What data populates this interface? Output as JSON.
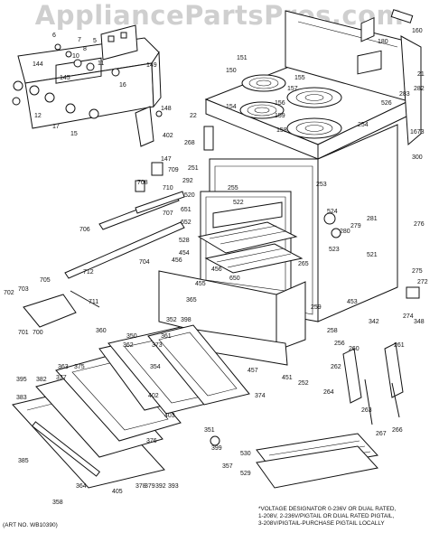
{
  "watermark": "AppliancePartsPros.com",
  "art_number": "(ART NO. WB10390)",
  "footnote": [
    "*VOLTAGE DESIGNATOR 0-236V OR DUAL RATED,",
    "1-208V, 2-236V/PIGTAIL OR DUAL RATED PIGTAIL,",
    "3-208V/PIGTAIL-PURCHASE PIGTAIL LOCALLY"
  ],
  "part_labels": [
    {
      "id": "p5",
      "text": "5"
    },
    {
      "id": "p6",
      "text": "6"
    },
    {
      "id": "p7",
      "text": "7"
    },
    {
      "id": "p8",
      "text": "8"
    },
    {
      "id": "p10",
      "text": "10"
    },
    {
      "id": "p11",
      "text": "11"
    },
    {
      "id": "p12",
      "text": "12"
    },
    {
      "id": "p15",
      "text": "15"
    },
    {
      "id": "p16",
      "text": "16"
    },
    {
      "id": "p17",
      "text": "17"
    },
    {
      "id": "p144",
      "text": "144"
    },
    {
      "id": "p145",
      "text": "145"
    },
    {
      "id": "p148",
      "text": "148"
    },
    {
      "id": "p149",
      "text": "149"
    },
    {
      "id": "p402a",
      "text": "402"
    },
    {
      "id": "p147",
      "text": "147"
    },
    {
      "id": "p709",
      "text": "709"
    },
    {
      "id": "p708",
      "text": "708"
    },
    {
      "id": "p710",
      "text": "710"
    },
    {
      "id": "p707",
      "text": "707"
    },
    {
      "id": "p706",
      "text": "706"
    },
    {
      "id": "p712",
      "text": "712"
    },
    {
      "id": "p704",
      "text": "704"
    },
    {
      "id": "p705",
      "text": "705"
    },
    {
      "id": "p711",
      "text": "711"
    },
    {
      "id": "p702",
      "text": "702"
    },
    {
      "id": "p703",
      "text": "703"
    },
    {
      "id": "p701",
      "text": "701"
    },
    {
      "id": "p700",
      "text": "700"
    },
    {
      "id": "p180",
      "text": "180"
    },
    {
      "id": "p160",
      "text": "160"
    },
    {
      "id": "p151",
      "text": "151"
    },
    {
      "id": "p150",
      "text": "150"
    },
    {
      "id": "p155",
      "text": "155"
    },
    {
      "id": "p157",
      "text": "157"
    },
    {
      "id": "p154",
      "text": "154"
    },
    {
      "id": "p156",
      "text": "156"
    },
    {
      "id": "p159",
      "text": "159"
    },
    {
      "id": "p158",
      "text": "158"
    },
    {
      "id": "p21",
      "text": "21"
    },
    {
      "id": "p282",
      "text": "282"
    },
    {
      "id": "p283",
      "text": "283"
    },
    {
      "id": "p526",
      "text": "526"
    },
    {
      "id": "p22",
      "text": "22"
    },
    {
      "id": "p254",
      "text": "254"
    },
    {
      "id": "p1673",
      "text": "1673"
    },
    {
      "id": "p268",
      "text": "268"
    },
    {
      "id": "p300",
      "text": "300"
    },
    {
      "id": "p251",
      "text": "251"
    },
    {
      "id": "p292",
      "text": "292"
    },
    {
      "id": "p253",
      "text": "253"
    },
    {
      "id": "p520",
      "text": "520"
    },
    {
      "id": "p255",
      "text": "255"
    },
    {
      "id": "p522",
      "text": "522"
    },
    {
      "id": "p651",
      "text": "651"
    },
    {
      "id": "p652",
      "text": "652"
    },
    {
      "id": "p528",
      "text": "528"
    },
    {
      "id": "p454",
      "text": "454"
    },
    {
      "id": "p456a",
      "text": "456"
    },
    {
      "id": "p456b",
      "text": "456"
    },
    {
      "id": "p650",
      "text": "650"
    },
    {
      "id": "p455",
      "text": "455"
    },
    {
      "id": "p365",
      "text": "365"
    },
    {
      "id": "p524",
      "text": "524"
    },
    {
      "id": "p279",
      "text": "279"
    },
    {
      "id": "p280",
      "text": "280"
    },
    {
      "id": "p281",
      "text": "281"
    },
    {
      "id": "p276",
      "text": "276"
    },
    {
      "id": "p523",
      "text": "523"
    },
    {
      "id": "p521",
      "text": "521"
    },
    {
      "id": "p265",
      "text": "265"
    },
    {
      "id": "p275",
      "text": "275"
    },
    {
      "id": "p272",
      "text": "272"
    },
    {
      "id": "p453",
      "text": "453"
    },
    {
      "id": "p259",
      "text": "259"
    },
    {
      "id": "p258",
      "text": "258"
    },
    {
      "id": "p342",
      "text": "342"
    },
    {
      "id": "p274",
      "text": "274"
    },
    {
      "id": "p348",
      "text": "348"
    },
    {
      "id": "p256",
      "text": "256"
    },
    {
      "id": "p352",
      "text": "352"
    },
    {
      "id": "p398",
      "text": "398"
    },
    {
      "id": "p361",
      "text": "361"
    },
    {
      "id": "p373",
      "text": "373"
    },
    {
      "id": "p350",
      "text": "350"
    },
    {
      "id": "p362",
      "text": "362"
    },
    {
      "id": "p354",
      "text": "354"
    },
    {
      "id": "p457",
      "text": "457"
    },
    {
      "id": "p451",
      "text": "451"
    },
    {
      "id": "p252",
      "text": "252"
    },
    {
      "id": "p260",
      "text": "260"
    },
    {
      "id": "p261",
      "text": "261"
    },
    {
      "id": "p262",
      "text": "262"
    },
    {
      "id": "p264",
      "text": "264"
    },
    {
      "id": "p263",
      "text": "263"
    },
    {
      "id": "p266",
      "text": "266"
    },
    {
      "id": "p267",
      "text": "267"
    },
    {
      "id": "p360",
      "text": "360"
    },
    {
      "id": "p363",
      "text": "363"
    },
    {
      "id": "p375",
      "text": "375"
    },
    {
      "id": "p377",
      "text": "377"
    },
    {
      "id": "p395",
      "text": "395"
    },
    {
      "id": "p382",
      "text": "382"
    },
    {
      "id": "p383",
      "text": "383"
    },
    {
      "id": "p385",
      "text": "385"
    },
    {
      "id": "p374",
      "text": "374"
    },
    {
      "id": "p402b",
      "text": "402"
    },
    {
      "id": "p403",
      "text": "403"
    },
    {
      "id": "p351",
      "text": "351"
    },
    {
      "id": "p376",
      "text": "376"
    },
    {
      "id": "p399",
      "text": "399"
    },
    {
      "id": "p357",
      "text": "357"
    },
    {
      "id": "p530",
      "text": "530"
    },
    {
      "id": "p529",
      "text": "529"
    },
    {
      "id": "p364",
      "text": "364"
    },
    {
      "id": "p405",
      "text": "405"
    },
    {
      "id": "p378",
      "text": "378"
    },
    {
      "id": "p379",
      "text": "379"
    },
    {
      "id": "p392",
      "text": "392"
    },
    {
      "id": "p393",
      "text": "393"
    },
    {
      "id": "p358",
      "text": "358"
    }
  ]
}
